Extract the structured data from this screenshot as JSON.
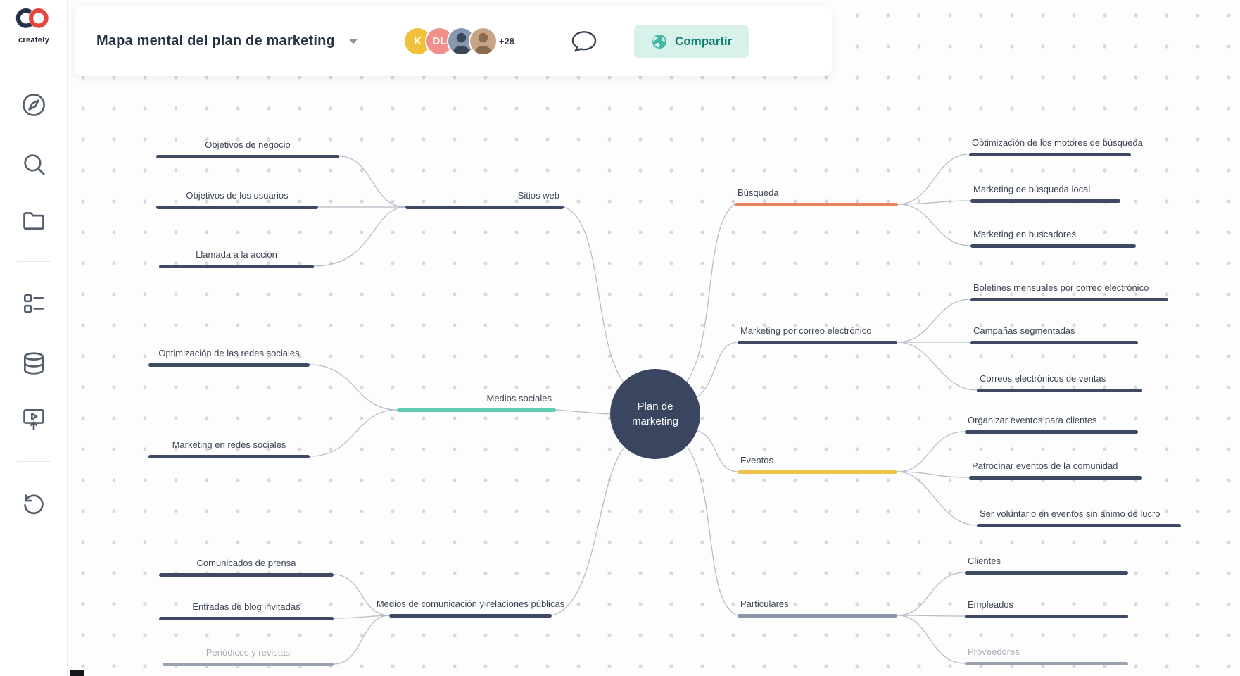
{
  "sidebar": {
    "brand": "creately",
    "icons": [
      {
        "name": "compass-icon"
      },
      {
        "name": "search-icon"
      },
      {
        "name": "folder-icon"
      },
      {
        "name": "templates-form-icon"
      },
      {
        "name": "database-icon"
      },
      {
        "name": "presentation-icon"
      },
      {
        "name": "history-icon"
      }
    ]
  },
  "topbar": {
    "title": "Mapa mental del plan de marketing",
    "caret_icon": "chevron-down-icon",
    "avatars": [
      {
        "label": "K",
        "color": "#f0c23c"
      },
      {
        "label": "DL",
        "color": "#f0908c"
      },
      {
        "label": "",
        "color": "#8598ad"
      },
      {
        "label": "",
        "color": "#c9a386"
      }
    ],
    "extra_collaborators": "+28",
    "comment_icon": "speech-bubble-icon",
    "share": {
      "label": "Compartir",
      "icon": "globe-icon",
      "bg": "#d8f1ea",
      "text_color": "#0e7f70"
    }
  },
  "mindmap": {
    "center": {
      "label": "Plan de\nmarketing",
      "color": "#3a4660"
    },
    "branches_left": [
      {
        "label": "Sitios web",
        "color": "#3e4a63",
        "children": [
          {
            "label": "Objetivos de negocio",
            "color": "#3e4a63"
          },
          {
            "label": "Objetivos de los usuarios",
            "color": "#3e4a63"
          },
          {
            "label": "Llamada a la acción",
            "color": "#3e4a63"
          }
        ]
      },
      {
        "label": "Medios sociales",
        "color": "#5fcbb0",
        "children": [
          {
            "label": "Optimización de las redes sociales",
            "color": "#3e4a63"
          },
          {
            "label": "Marketing en redes sociales",
            "color": "#3e4a63"
          }
        ]
      },
      {
        "label": "Medios de comunicación y relaciones públicas",
        "color": "#3e4a63",
        "children": [
          {
            "label": "Comunicados de prensa",
            "color": "#3e4a63"
          },
          {
            "label": "Entradas de blog invitadas",
            "color": "#3e4a63"
          },
          {
            "label": "Periódicos y revistas",
            "color": "#9aa2b2"
          }
        ]
      }
    ],
    "branches_right": [
      {
        "label": "Búsqueda",
        "color": "#e8825b",
        "children": [
          {
            "label": "Optimización de los motores de búsqueda",
            "color": "#3e4a63"
          },
          {
            "label": "Marketing de búsqueda local",
            "color": "#3e4a63"
          },
          {
            "label": "Marketing en buscadores",
            "color": "#3e4a63"
          }
        ]
      },
      {
        "label": "Marketing por correo electrónico",
        "color": "#3e4a63",
        "children": [
          {
            "label": "Boletines mensuales por correo electrónico",
            "color": "#3e4a63"
          },
          {
            "label": "Campañas segmentadas",
            "color": "#3e4a63"
          },
          {
            "label": "Correos electrónicos de ventas",
            "color": "#3e4a63"
          }
        ]
      },
      {
        "label": "Eventos",
        "color": "#eec24a",
        "children": [
          {
            "label": "Organizar eventos para clientes",
            "color": "#3e4a63"
          },
          {
            "label": "Patrocinar eventos de la comunidad",
            "color": "#3e4a63"
          },
          {
            "label": "Ser voluntario en eventos sin ánimo de lucro",
            "color": "#3e4a63"
          }
        ]
      },
      {
        "label": "Particulares",
        "color": "#8b95aa",
        "children": [
          {
            "label": "Clientes",
            "color": "#3e4a63"
          },
          {
            "label": "Empleados",
            "color": "#3e4a63"
          },
          {
            "label": "Proveedores",
            "color": "#9aa2b2"
          }
        ]
      }
    ]
  }
}
